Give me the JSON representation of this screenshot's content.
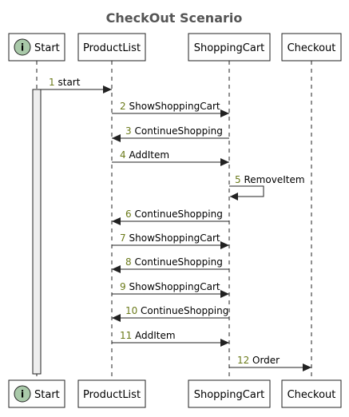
{
  "diagram": {
    "title": "CheckOut Scenario",
    "participants": [
      {
        "id": "start",
        "label": "Start",
        "icon": "i",
        "icon_color": "#a9c9a9"
      },
      {
        "id": "productlist",
        "label": "ProductList"
      },
      {
        "id": "shoppingcart",
        "label": "ShoppingCart"
      },
      {
        "id": "checkout",
        "label": "Checkout"
      }
    ],
    "messages": [
      {
        "num": "1",
        "label": "start",
        "from": "start",
        "to": "productlist"
      },
      {
        "num": "2",
        "label": "ShowShoppingCart",
        "from": "productlist",
        "to": "shoppingcart"
      },
      {
        "num": "3",
        "label": "ContinueShopping",
        "from": "shoppingcart",
        "to": "productlist"
      },
      {
        "num": "4",
        "label": "AddItem",
        "from": "productlist",
        "to": "shoppingcart"
      },
      {
        "num": "5",
        "label": "RemoveItem",
        "from": "shoppingcart",
        "to": "shoppingcart"
      },
      {
        "num": "6",
        "label": "ContinueShopping",
        "from": "shoppingcart",
        "to": "productlist"
      },
      {
        "num": "7",
        "label": "ShowShoppingCart",
        "from": "productlist",
        "to": "shoppingcart"
      },
      {
        "num": "8",
        "label": "ContinueShopping",
        "from": "shoppingcart",
        "to": "productlist"
      },
      {
        "num": "9",
        "label": "ShowShoppingCart",
        "from": "productlist",
        "to": "shoppingcart"
      },
      {
        "num": "10",
        "label": "ContinueShopping",
        "from": "shoppingcart",
        "to": "productlist"
      },
      {
        "num": "11",
        "label": "AddItem",
        "from": "productlist",
        "to": "shoppingcart"
      },
      {
        "num": "12",
        "label": "Order",
        "from": "shoppingcart",
        "to": "checkout"
      }
    ],
    "colors": {
      "number": "#6b7a1a",
      "line": "#222222",
      "activation": "#eeeeee",
      "title": "#555555"
    }
  }
}
